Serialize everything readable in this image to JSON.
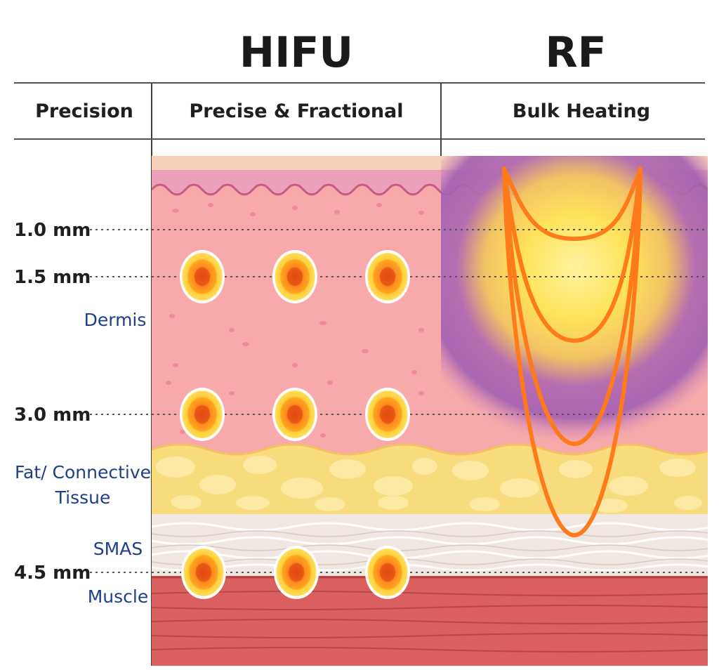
{
  "titles": {
    "left": "HIFU",
    "right": "RF"
  },
  "header": {
    "row_label": "Precision",
    "hifu": "Precise & Fractional",
    "rf": "Bulk Heating"
  },
  "depths": [
    "1.0 mm",
    "1.5 mm",
    "3.0 mm",
    "4.5 mm"
  ],
  "layers": {
    "dermis": "Dermis",
    "fat_line1": "Fat/ Connective",
    "fat_line2": "Tissue",
    "smas": "SMAS",
    "muscle": "Muscle"
  },
  "colors": {
    "epidermis": "#f7d2b8",
    "papillary": "#eaa0b8",
    "dermis": "#f7a9ac",
    "fat": "#f8dc7e",
    "smas": "#f1e7e2",
    "muscle": "#d9605f",
    "rf_loop": "#ff7a1a",
    "heat_core": "#ffe35a",
    "heat_outer": "#a15fb0",
    "label_blue": "#1f3f8a"
  }
}
